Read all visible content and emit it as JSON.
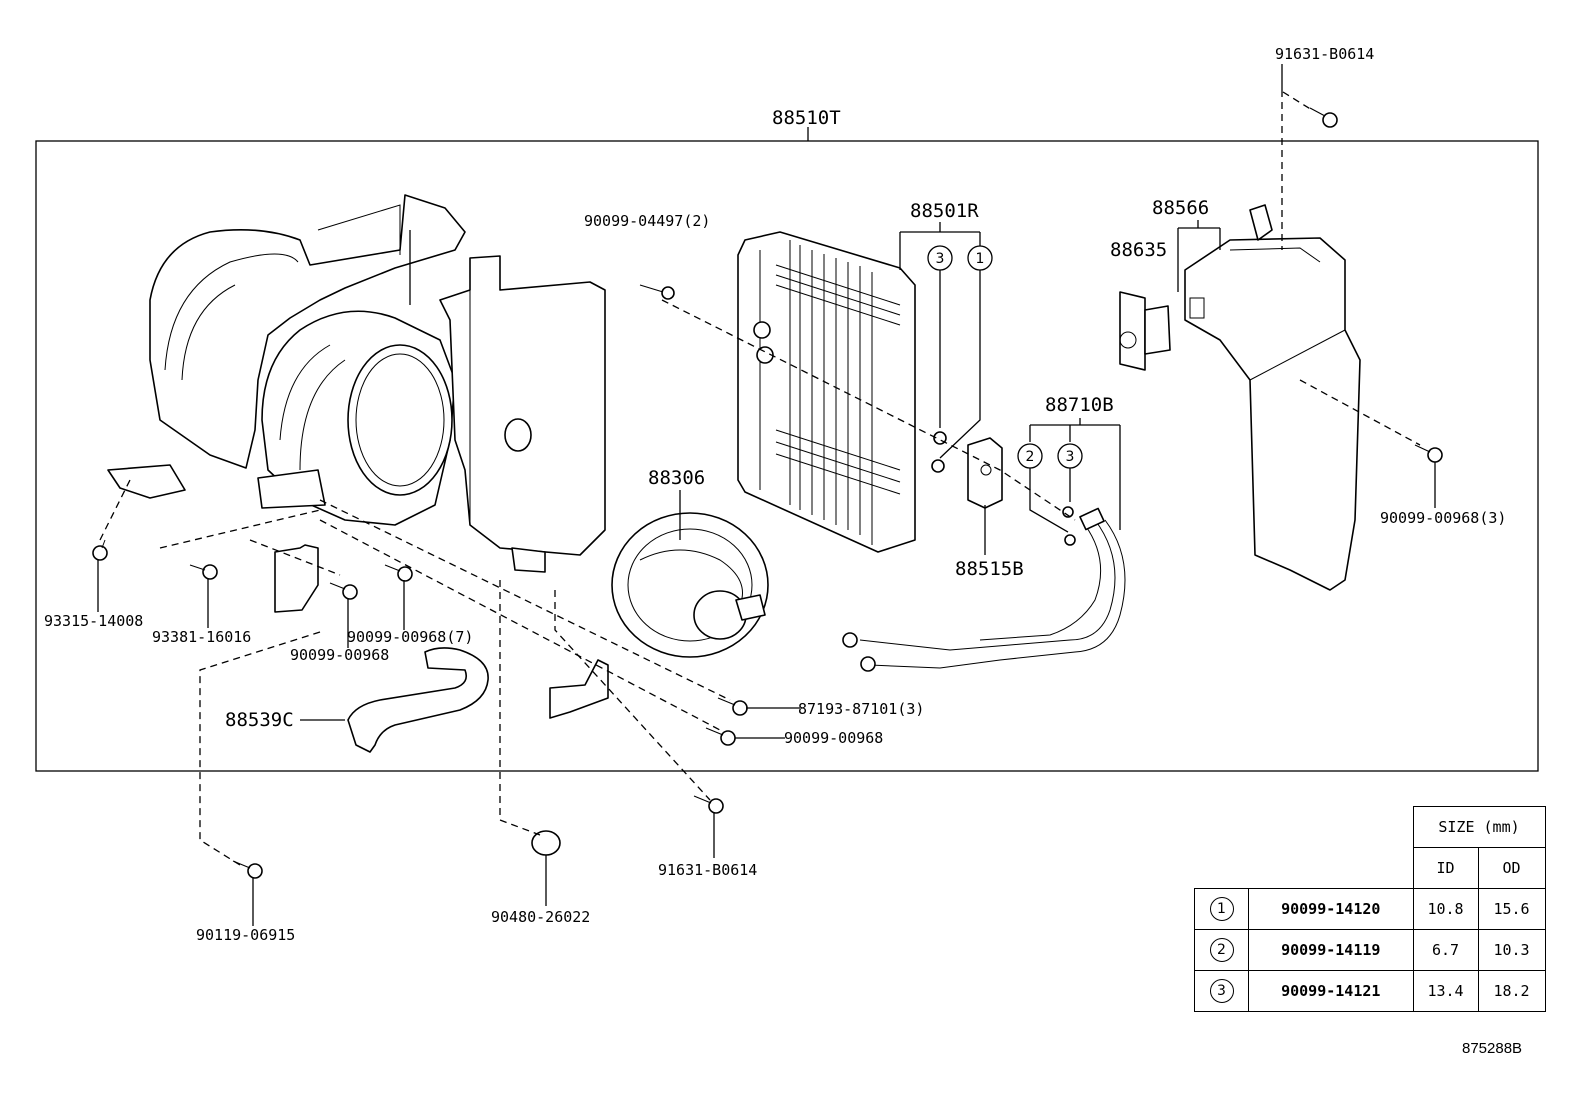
{
  "assembly": {
    "label": "88510T"
  },
  "callouts": {
    "c_91631_top": "91631-B0614",
    "c_90099_04497": "90099-04497(2)",
    "c_88501R": "88501R",
    "c_88566": "88566",
    "c_88635": "88635",
    "c_88710B": "88710B",
    "c_90099_00968_3": "90099-00968(3)",
    "c_88306": "88306",
    "c_88515B": "88515B",
    "c_93315": "93315-14008",
    "c_93381": "93381-16016",
    "c_90099_00968_7": "90099-00968(7)",
    "c_90099_00968_a": "90099-00968",
    "c_88539C": "88539C",
    "c_87193": "87193-87101(3)",
    "c_90099_00968_b": "90099-00968",
    "c_91631_bottom": "91631-B0614",
    "c_90119": "90119-06915",
    "c_90480": "90480-26022"
  },
  "ring_markers": [
    "1",
    "2",
    "3"
  ],
  "size_table": {
    "header": "SIZE (mm)",
    "col_id": "ID",
    "col_od": "OD",
    "rows": [
      {
        "ref": "1",
        "part": "90099-14120",
        "id": "10.8",
        "od": "15.6"
      },
      {
        "ref": "2",
        "part": "90099-14119",
        "id": "6.7",
        "od": "10.3"
      },
      {
        "ref": "3",
        "part": "90099-14121",
        "id": "13.4",
        "od": "18.2"
      }
    ]
  },
  "figure_number": "875288B"
}
